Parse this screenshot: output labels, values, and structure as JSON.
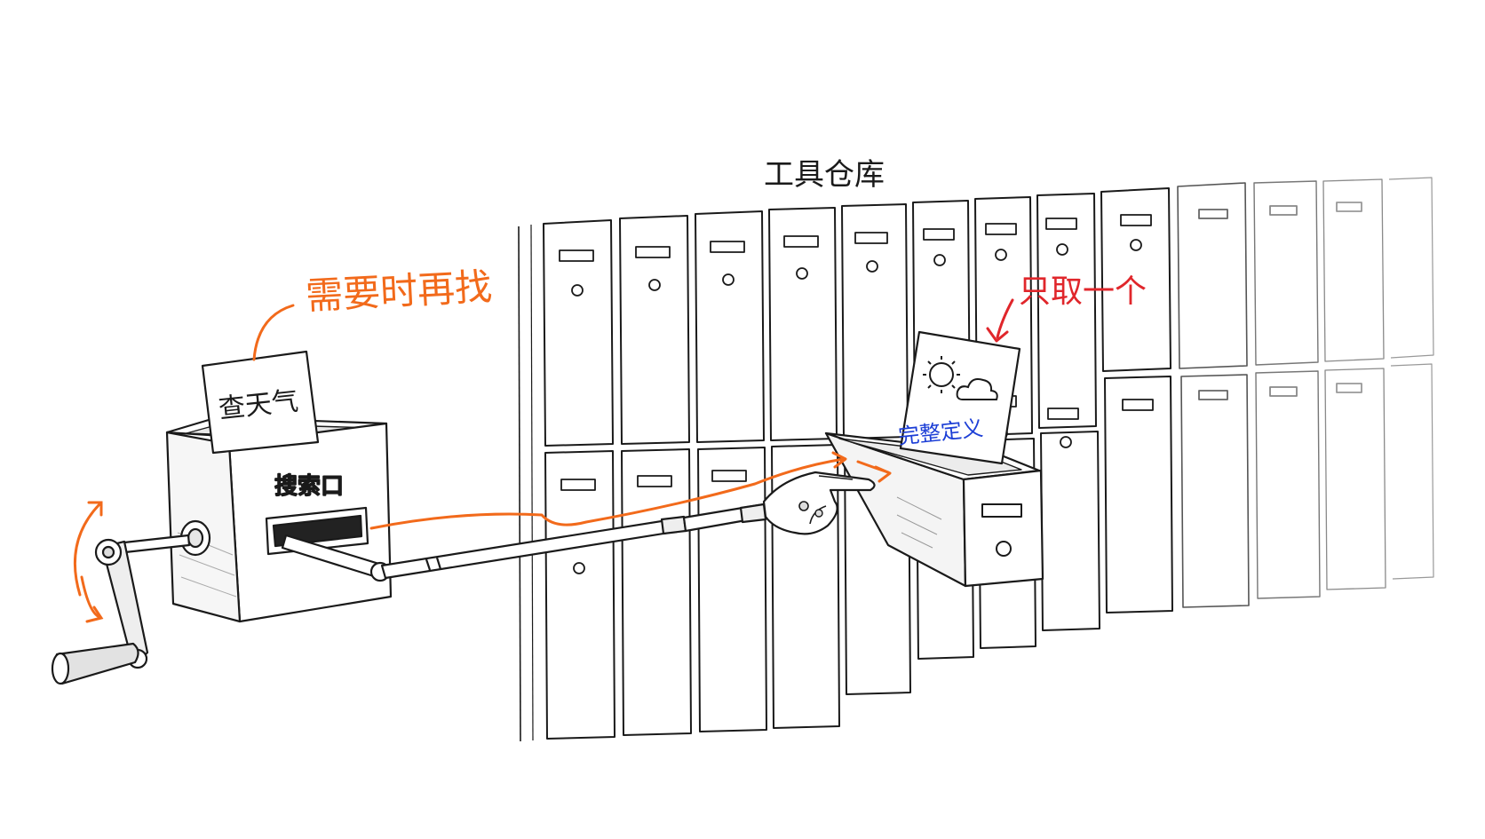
{
  "labels": {
    "warehouse_title": "工具仓库",
    "search_note": "需要时再找",
    "query_card": "查天气",
    "search_port": "搜索口",
    "pick_note": "只取一个",
    "tool_card": "完整定义"
  },
  "icons": [
    "sun-icon",
    "cloud-icon"
  ],
  "colors": {
    "ink": "#1a1a1a",
    "accent_orange": "#f26a1b",
    "accent_red": "#e0262b",
    "accent_blue": "#1d3fd6",
    "paper": "#ffffff"
  }
}
